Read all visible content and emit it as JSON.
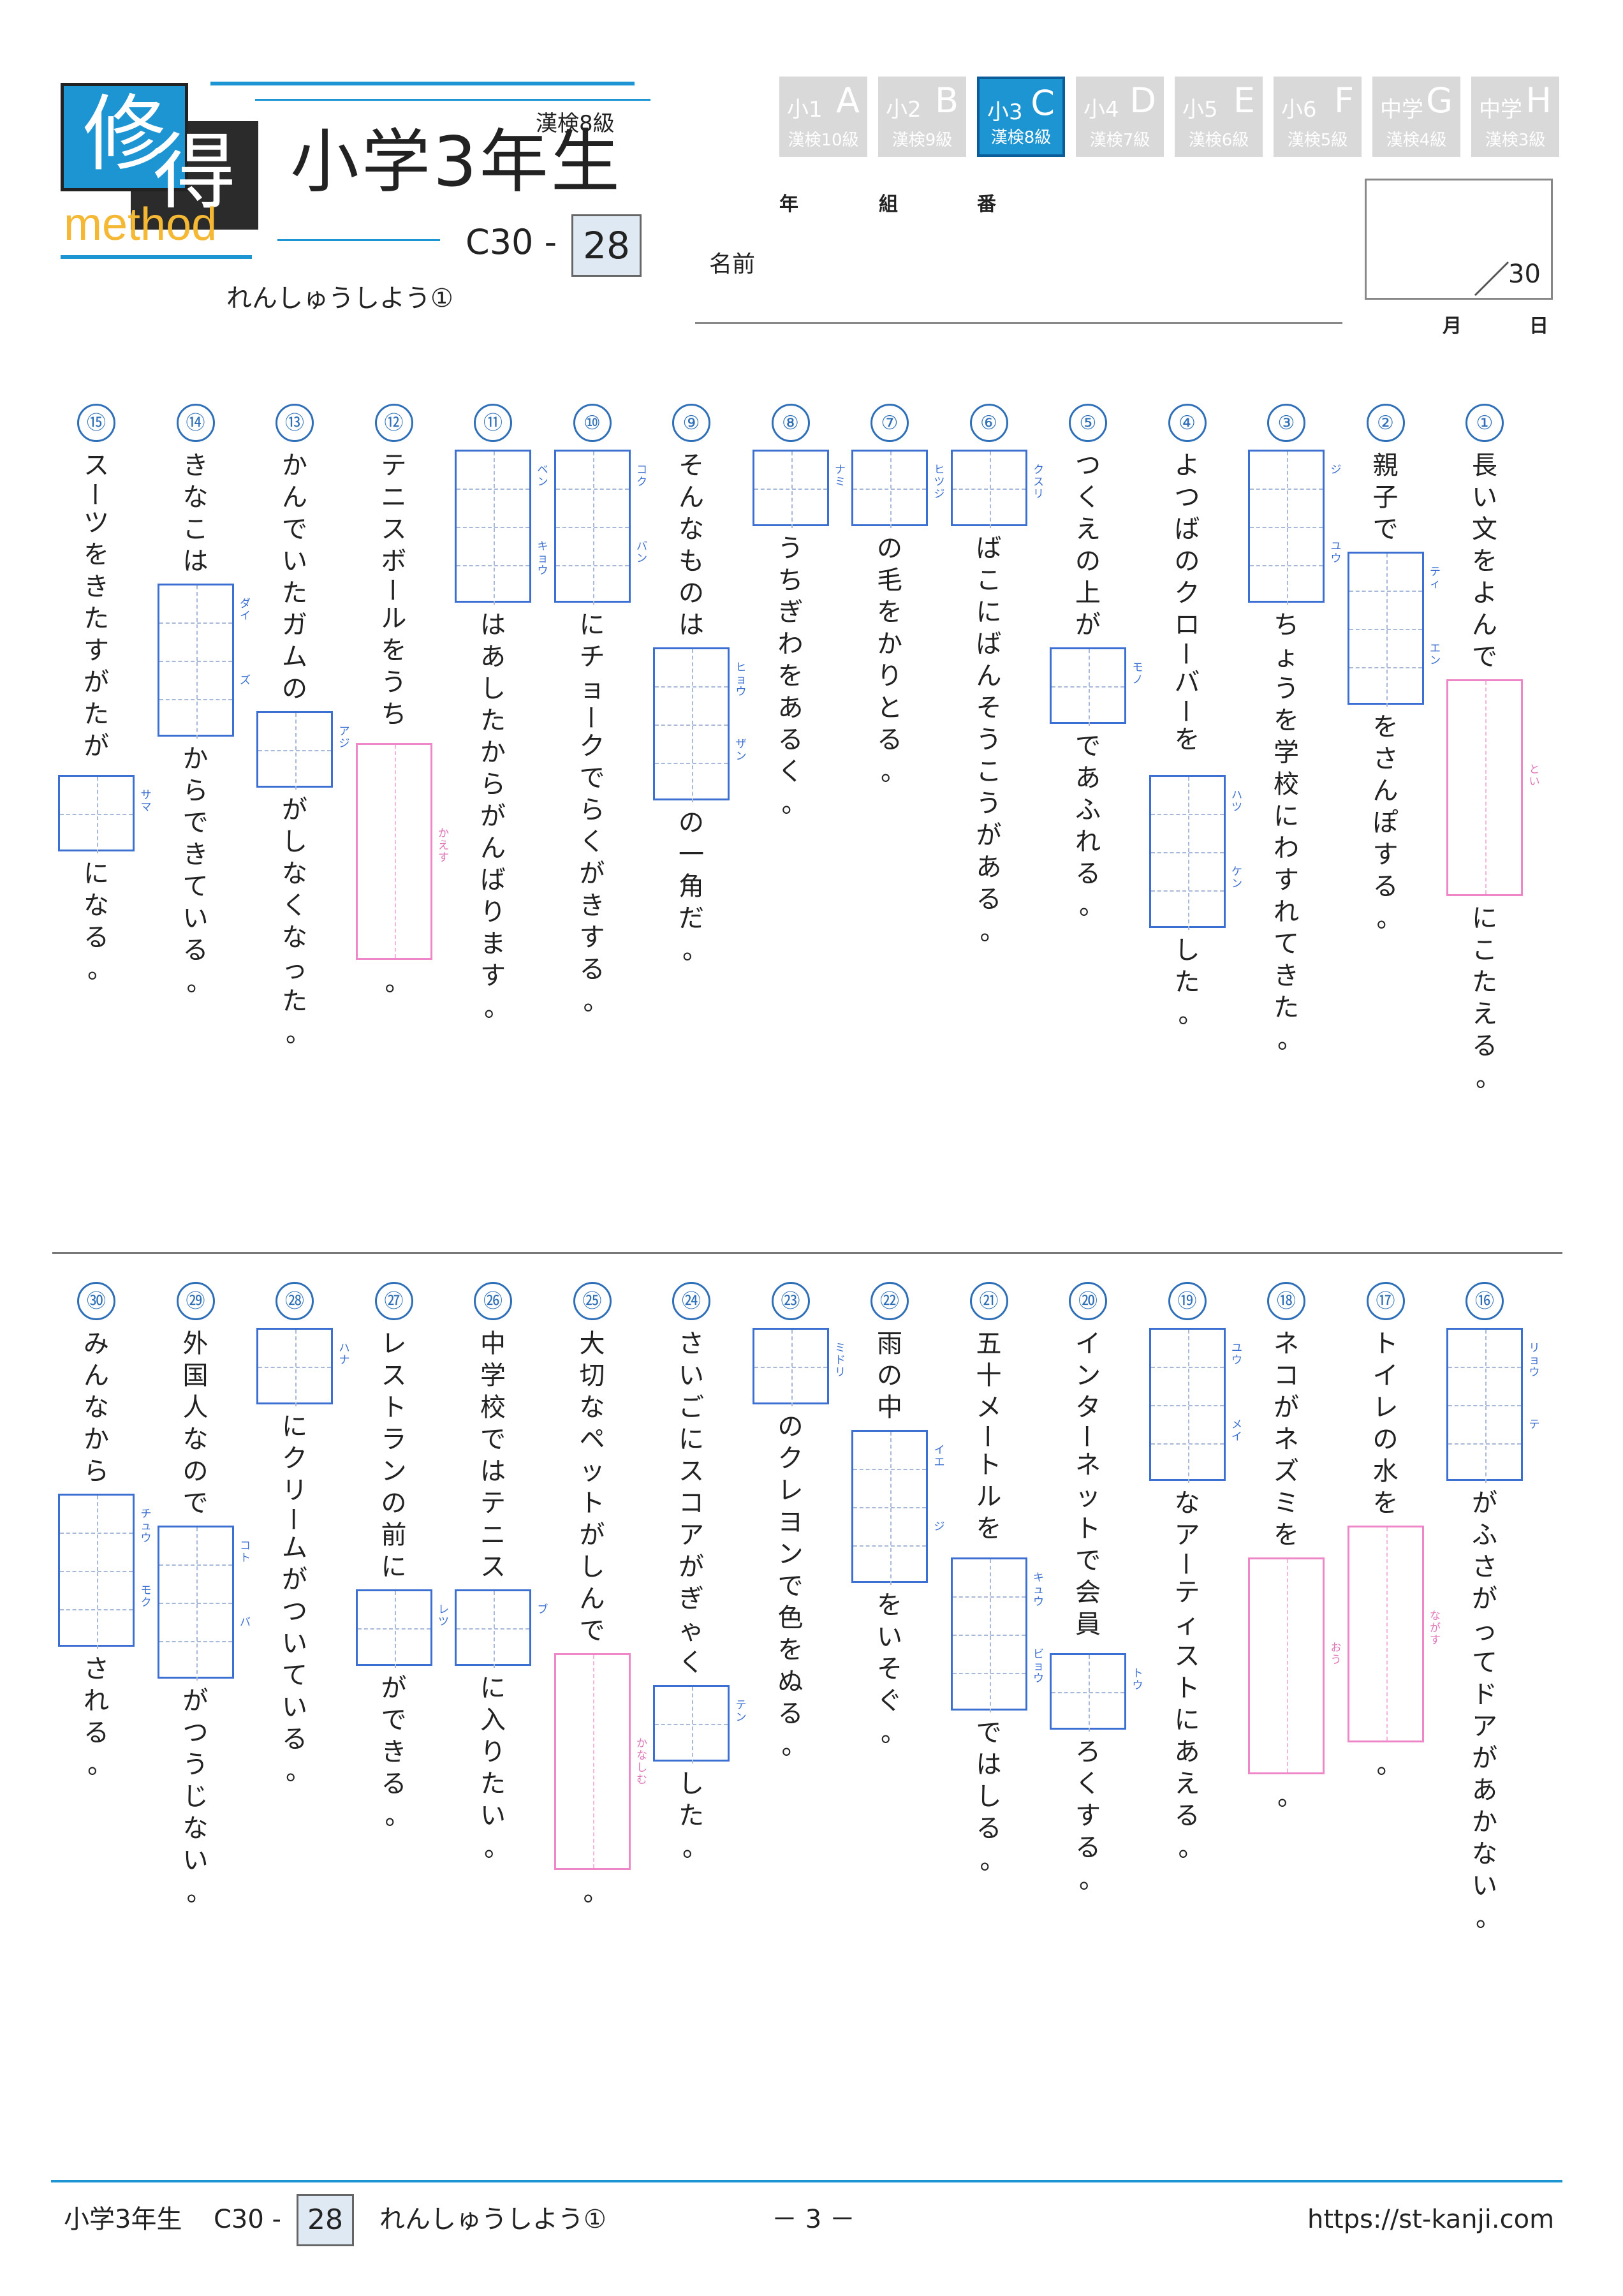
{
  "logo": {
    "kanji1": "修",
    "kanji2": "得",
    "method": "method"
  },
  "header": {
    "title": "小学3年生",
    "kanken": "漢検8級",
    "code_prefix": "C30 -",
    "code_number": "28",
    "subtitle": "れんしゅうしよう①"
  },
  "grade_tabs": [
    {
      "grade": "小1",
      "letter": "A",
      "kanken": "漢検10級",
      "active": false
    },
    {
      "grade": "小2",
      "letter": "B",
      "kanken": "漢検9級",
      "active": false
    },
    {
      "grade": "小3",
      "letter": "C",
      "kanken": "漢検8級",
      "active": true
    },
    {
      "grade": "小4",
      "letter": "D",
      "kanken": "漢検7級",
      "active": false
    },
    {
      "grade": "小5",
      "letter": "E",
      "kanken": "漢検6級",
      "active": false
    },
    {
      "grade": "小6",
      "letter": "F",
      "kanken": "漢検5級",
      "active": false
    },
    {
      "grade": "中学",
      "letter": "G",
      "kanken": "漢検4級",
      "active": false
    },
    {
      "grade": "中学",
      "letter": "H",
      "kanken": "漢検3級",
      "active": false
    }
  ],
  "student": {
    "year_label": "年",
    "class_label": "組",
    "number_label": "番",
    "name_label": "名前"
  },
  "score": {
    "total": "30",
    "month_label": "月",
    "day_label": "日"
  },
  "colors": {
    "accent": "#1e95d3",
    "box_blue": "#3b6fd1",
    "box_pink": "#ef86c8",
    "logo_yellow": "#f4b834"
  },
  "questions": [
    {
      "num": "①",
      "parts": [
        {
          "t": "長い文をよんで"
        },
        {
          "box": "pink",
          "reading": "とい"
        },
        {
          "t": "にこたえる。"
        }
      ]
    },
    {
      "num": "②",
      "parts": [
        {
          "t": "親子で"
        },
        {
          "box": "blue",
          "cells": 2,
          "furigana": [
            "ティ",
            "エン"
          ]
        },
        {
          "t": "をさんぽする。"
        }
      ]
    },
    {
      "num": "③",
      "parts": [
        {
          "box": "blue",
          "cells": 2,
          "furigana": [
            "ジ",
            "ユウ"
          ]
        },
        {
          "t": "ちょうを学校にわすれてきた。"
        }
      ]
    },
    {
      "num": "④",
      "parts": [
        {
          "t": "よつばのクローバーを"
        },
        {
          "box": "blue",
          "cells": 2,
          "furigana": [
            "ハツ",
            "ケン"
          ]
        },
        {
          "t": "した。"
        }
      ]
    },
    {
      "num": "⑤",
      "parts": [
        {
          "t": "つくえの上が"
        },
        {
          "box": "blue",
          "cells": 1,
          "furigana": [
            "モノ"
          ]
        },
        {
          "t": "であふれる。"
        }
      ]
    },
    {
      "num": "⑥",
      "parts": [
        {
          "box": "blue",
          "cells": 1,
          "furigana": [
            "クスリ"
          ]
        },
        {
          "t": "ばこにばんそうこうがある。"
        }
      ]
    },
    {
      "num": "⑦",
      "parts": [
        {
          "box": "blue",
          "cells": 1,
          "furigana": [
            "ヒツジ"
          ]
        },
        {
          "t": "の毛をかりとる。"
        }
      ]
    },
    {
      "num": "⑧",
      "parts": [
        {
          "box": "blue",
          "cells": 1,
          "furigana": [
            "ナミ"
          ]
        },
        {
          "t": "うちぎわをあるく。"
        }
      ]
    },
    {
      "num": "⑨",
      "parts": [
        {
          "t": "そんなものは"
        },
        {
          "box": "blue",
          "cells": 2,
          "furigana": [
            "ヒョウ",
            "ザン"
          ]
        },
        {
          "t": "の一角だ。"
        }
      ]
    },
    {
      "num": "⑩",
      "parts": [
        {
          "box": "blue",
          "cells": 2,
          "furigana": [
            "コク",
            "バン"
          ]
        },
        {
          "t": "にチョークでらくがきする。"
        }
      ]
    },
    {
      "num": "⑪",
      "parts": [
        {
          "box": "blue",
          "cells": 2,
          "furigana": [
            "ベン",
            "キョウ"
          ]
        },
        {
          "t": "はあしたからがんばります。"
        }
      ]
    },
    {
      "num": "⑫",
      "parts": [
        {
          "t": "テニスボールをうち"
        },
        {
          "box": "pink",
          "reading": "かえす"
        },
        {
          "t": "。"
        }
      ]
    },
    {
      "num": "⑬",
      "parts": [
        {
          "t": "かんでいたガムの"
        },
        {
          "box": "blue",
          "cells": 1,
          "furigana": [
            "アジ"
          ]
        },
        {
          "t": "がしなくなった。"
        }
      ]
    },
    {
      "num": "⑭",
      "parts": [
        {
          "t": "きなこは"
        },
        {
          "box": "blue",
          "cells": 2,
          "furigana": [
            "ダイ",
            "ズ"
          ]
        },
        {
          "t": "からできている。"
        }
      ]
    },
    {
      "num": "⑮",
      "parts": [
        {
          "t": "スーツをきたすがたが"
        },
        {
          "box": "blue",
          "cells": 1,
          "furigana": [
            "サマ"
          ]
        },
        {
          "t": "になる。"
        }
      ]
    },
    {
      "num": "⑯",
      "parts": [
        {
          "box": "blue",
          "cells": 2,
          "furigana": [
            "リョウ",
            "テ"
          ]
        },
        {
          "t": "がふさがってドアがあかない。"
        }
      ]
    },
    {
      "num": "⑰",
      "parts": [
        {
          "t": "トイレの水を"
        },
        {
          "box": "pink",
          "reading": "ながす"
        },
        {
          "t": "。"
        }
      ]
    },
    {
      "num": "⑱",
      "parts": [
        {
          "t": "ネコがネズミを"
        },
        {
          "box": "pink",
          "reading": "おう"
        },
        {
          "t": "。"
        }
      ]
    },
    {
      "num": "⑲",
      "parts": [
        {
          "box": "blue",
          "cells": 2,
          "furigana": [
            "ユウ",
            "メイ"
          ]
        },
        {
          "t": "なアーティストにあえる。"
        }
      ]
    },
    {
      "num": "⑳",
      "parts": [
        {
          "t": "インターネットで会員"
        },
        {
          "box": "blue",
          "cells": 1,
          "furigana": [
            "トウ"
          ]
        },
        {
          "t": "ろくする。"
        }
      ]
    },
    {
      "num": "㉑",
      "parts": [
        {
          "t": "五十メートルを"
        },
        {
          "box": "blue",
          "cells": 2,
          "furigana": [
            "キュウ",
            "ビョウ"
          ]
        },
        {
          "t": "ではしる。"
        }
      ]
    },
    {
      "num": "㉒",
      "parts": [
        {
          "t": "雨の中"
        },
        {
          "box": "blue",
          "cells": 2,
          "furigana": [
            "イエ",
            "ジ"
          ]
        },
        {
          "t": "をいそぐ。"
        }
      ]
    },
    {
      "num": "㉓",
      "parts": [
        {
          "box": "blue",
          "cells": 1,
          "furigana": [
            "ミドリ"
          ]
        },
        {
          "t": "のクレヨンで色をぬる。"
        }
      ]
    },
    {
      "num": "㉔",
      "parts": [
        {
          "t": "さいごにスコアがぎゃく"
        },
        {
          "box": "blue",
          "cells": 1,
          "furigana": [
            "テン"
          ]
        },
        {
          "t": "した。"
        }
      ]
    },
    {
      "num": "㉕",
      "parts": [
        {
          "t": "大切なペットがしんで"
        },
        {
          "box": "pink",
          "reading": "かなしむ"
        },
        {
          "t": "。"
        }
      ]
    },
    {
      "num": "㉖",
      "parts": [
        {
          "t": "中学校ではテニス"
        },
        {
          "box": "blue",
          "cells": 1,
          "furigana": [
            "ブ"
          ]
        },
        {
          "t": "に入りたい。"
        }
      ]
    },
    {
      "num": "㉗",
      "parts": [
        {
          "t": "レストランの前に"
        },
        {
          "box": "blue",
          "cells": 1,
          "furigana": [
            "レツ"
          ]
        },
        {
          "t": "ができる。"
        }
      ]
    },
    {
      "num": "㉘",
      "parts": [
        {
          "box": "blue",
          "cells": 1,
          "furigana": [
            "ハナ"
          ]
        },
        {
          "t": "にクリームがついている。"
        }
      ]
    },
    {
      "num": "㉙",
      "parts": [
        {
          "t": "外国人なので"
        },
        {
          "box": "blue",
          "cells": 2,
          "furigana": [
            "コト",
            "バ"
          ]
        },
        {
          "t": "がつうじない。"
        }
      ]
    },
    {
      "num": "㉚",
      "parts": [
        {
          "t": "みんなから"
        },
        {
          "box": "blue",
          "cells": 2,
          "furigana": [
            "チュウ",
            "モク"
          ]
        },
        {
          "t": "される。"
        }
      ]
    }
  ],
  "footer": {
    "grade": "小学3年生",
    "code_prefix": "C30 -",
    "code_number": "28",
    "subtitle": "れんしゅうしよう①",
    "page": "－ 3 －",
    "url": "https://st-kanji.com"
  }
}
